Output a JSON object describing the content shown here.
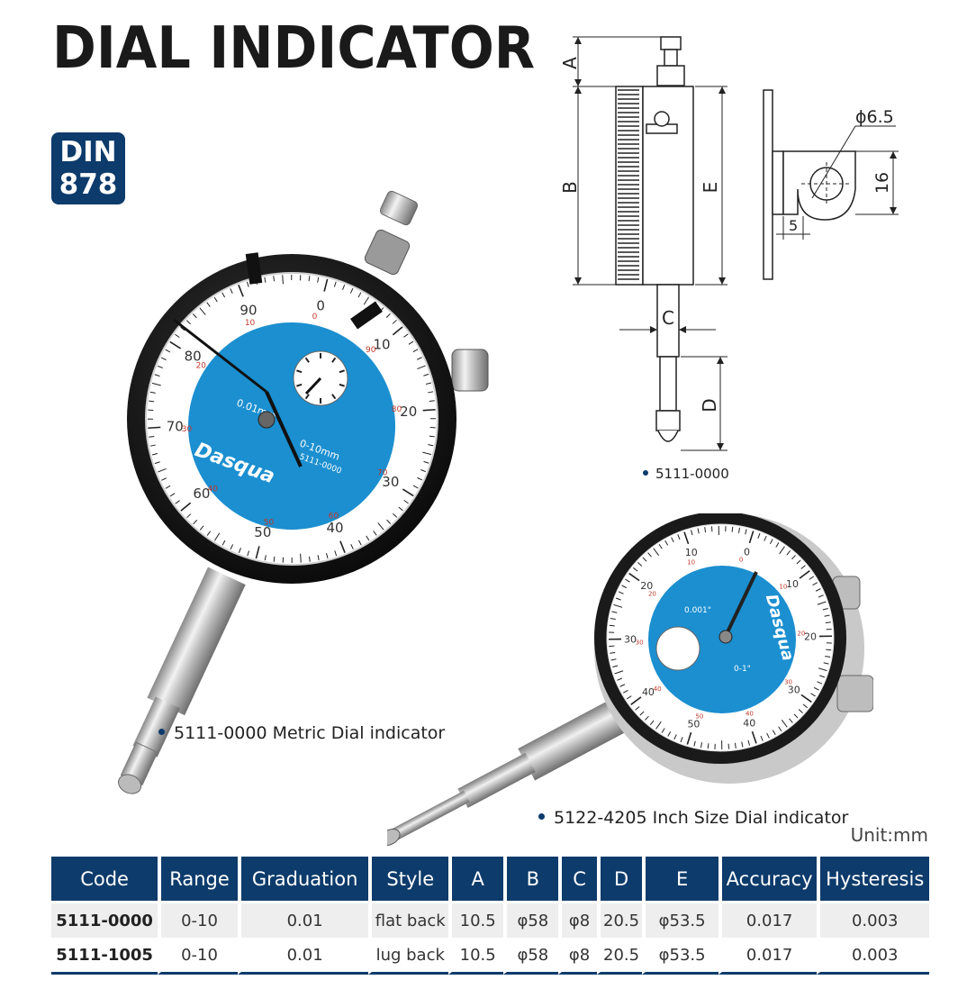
{
  "title": "DIAL INDICATOR",
  "badge": {
    "line1": "DIN",
    "line2": "878"
  },
  "captions": {
    "metric": "5111-0000 Metric Dial indicator",
    "inch": "5122-4205 Inch Size Dial indicator",
    "drawing": "5111-0000"
  },
  "unit": "Unit:mm",
  "brand": "Dasqua",
  "metric_dial": {
    "major_labels": [
      "0",
      "10",
      "20",
      "30",
      "40",
      "50",
      "60",
      "70",
      "80",
      "90"
    ],
    "minor_labels": [
      "0",
      "90",
      "80",
      "70",
      "60",
      "50",
      "40",
      "30",
      "20",
      "10"
    ],
    "graduation_text": "0.01mm",
    "range_text": "0-10mm",
    "model_text": "5111-0000"
  },
  "inch_dial": {
    "major_labels": [
      "0",
      "10",
      "20",
      "30",
      "40",
      "50",
      "40",
      "30",
      "20",
      "10"
    ],
    "minor_labels": [
      "0",
      "10",
      "20",
      "30",
      "40",
      "50",
      "40",
      "30",
      "20",
      "10"
    ],
    "graduation_text": "0.001\"",
    "range_text": "0-1\""
  },
  "drawing": {
    "labels": {
      "a": "A",
      "b": "B",
      "c": "C",
      "d": "D",
      "e": "E"
    },
    "dims": {
      "hole": "ϕ6.5",
      "height": "16",
      "width": "5"
    }
  },
  "table": {
    "headers": [
      "Code",
      "Range",
      "Graduation",
      "Style",
      "A",
      "B",
      "C",
      "D",
      "E",
      "Accuracy",
      "Hysteresis"
    ],
    "rows": [
      [
        "5111-0000",
        "0-10",
        "0.01",
        "flat back",
        "10.5",
        "φ58",
        "φ8",
        "20.5",
        "φ53.5",
        "0.017",
        "0.003"
      ],
      [
        "5111-1005",
        "0-10",
        "0.01",
        "lug back",
        "10.5",
        "φ58",
        "φ8",
        "20.5",
        "φ53.5",
        "0.017",
        "0.003"
      ]
    ]
  },
  "colors": {
    "navy": "#0d3b6b",
    "dial_blue": "#1b8fd0",
    "bezel": "#141414",
    "red": "#c0392b"
  }
}
